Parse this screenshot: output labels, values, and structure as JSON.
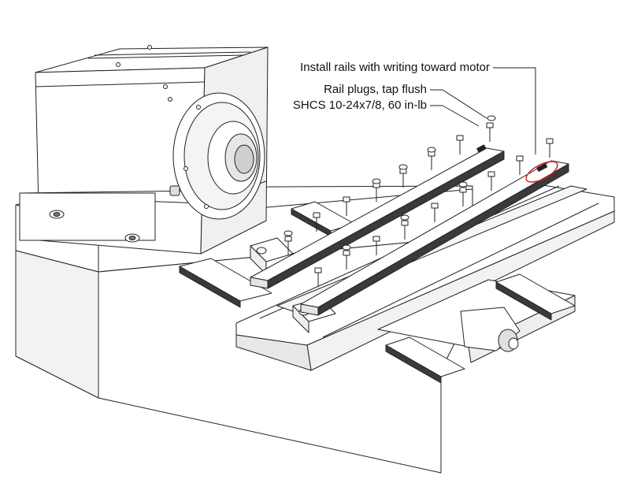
{
  "callouts": {
    "rail_orientation": "Install rails with writing toward motor",
    "rail_plugs": "Rail plugs, tap flush",
    "shcs": "SHCS 10-24x7/8, 60 in-lb"
  },
  "colors": {
    "line": "#222222",
    "fill": "#ffffff",
    "shade": "#d9d9d9",
    "rail_top": "#3a3a3a",
    "highlight": "#d22020"
  }
}
